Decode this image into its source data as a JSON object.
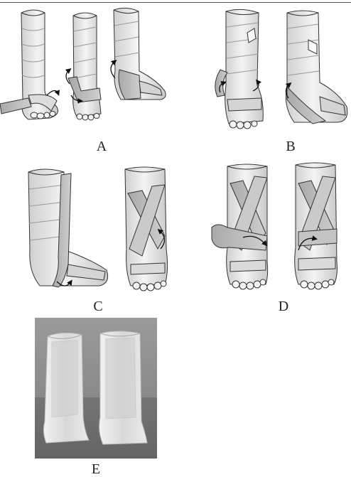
{
  "figure": {
    "panels": [
      {
        "id": "A",
        "label": "A"
      },
      {
        "id": "B",
        "label": "B"
      },
      {
        "id": "C",
        "label": "C"
      },
      {
        "id": "D",
        "label": "D"
      },
      {
        "id": "E",
        "label": "E"
      }
    ]
  },
  "colors": {
    "skin": "#eeeeee",
    "tape": "#bdbdbd",
    "outline": "#333333",
    "photo_bg": "#8c8c8c",
    "splint": "#e4e4e4"
  }
}
